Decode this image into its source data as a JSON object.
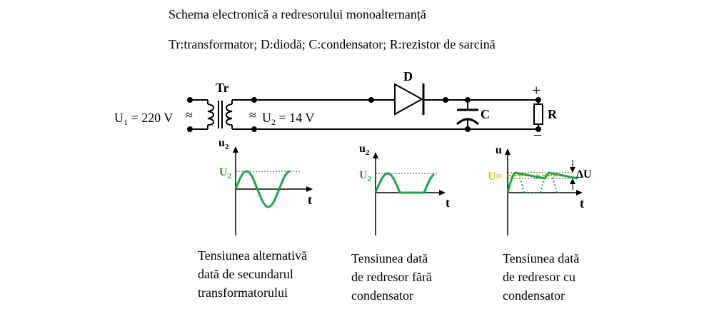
{
  "header": {
    "title": "Schema electronică a redresorului monoalternanță",
    "legend": "Tr:transformator; D:diodă; C:condensator; R:rezistor de sarcină"
  },
  "circuit": {
    "transformer_label": "Tr",
    "input_prefix": "U",
    "input_sub": "1",
    "input_value": " = 220 V",
    "approx_symbol": "≈",
    "output_prefix": "U",
    "output_sub": "2",
    "output_value": " = 14 V",
    "diode_label": "D",
    "capacitor_label": "C",
    "resistor_label": "R",
    "plus_sign": "+",
    "minus_sign": "−"
  },
  "graphs": {
    "g1": {
      "y_axis_label": "u",
      "y_axis_sub": "2",
      "x_axis_label": "t",
      "level_label": "U",
      "level_sub": "2",
      "caption": [
        "Tensiunea alternativă",
        "dată de secundarul",
        "transformatorului"
      ]
    },
    "g2": {
      "y_axis_label": "u",
      "y_axis_sub": "2",
      "x_axis_label": "t",
      "level_label": "U",
      "level_sub": "2",
      "caption": [
        "Tensiunea dată",
        "de redresor fără",
        "condensator"
      ]
    },
    "g3": {
      "y_axis_label": "u",
      "x_axis_label": "t",
      "level_label": "U=",
      "ripple_label": "ΔU",
      "caption": [
        "Tensiunea dată",
        "de redresor cu",
        "condensator"
      ]
    }
  },
  "colors": {
    "wave": "#1aa64a",
    "dc_level": "#f2b705",
    "line": "#000000"
  }
}
